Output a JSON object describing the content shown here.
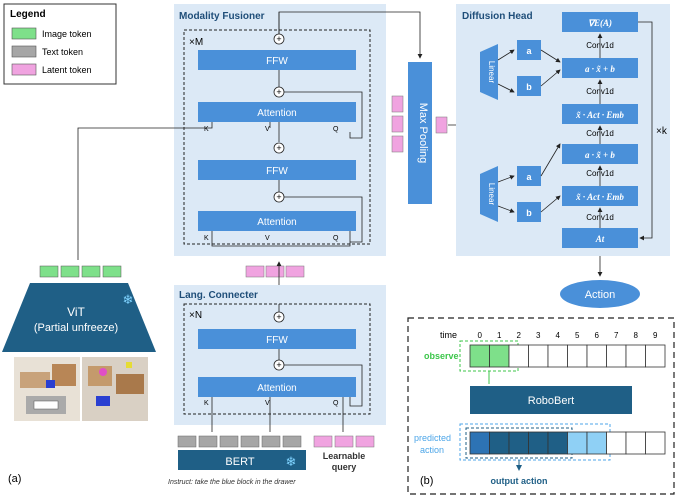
{
  "legend": {
    "title": "Legend",
    "items": [
      {
        "label": "Image token",
        "color": "#7ee08a"
      },
      {
        "label": "Text token",
        "color": "#a6a6a6"
      },
      {
        "label": "Latent token",
        "color": "#f0a3e0"
      }
    ]
  },
  "fusioner": {
    "title": "Modality Fusioner",
    "repeat": "×M",
    "upper_ffw": "FFW",
    "upper_attention": "Attention",
    "lower_ffw": "FFW",
    "lower_attention": "Attention",
    "kvq": [
      "K",
      "V",
      "Q"
    ]
  },
  "connecter": {
    "title": "Lang. Connecter",
    "repeat": "×N",
    "ffw": "FFW",
    "attention": "Attention",
    "kvq": [
      "K",
      "V",
      "Q"
    ]
  },
  "vit": {
    "line1": "ViT",
    "line2": "(Partial unfreeze)"
  },
  "bert": {
    "label": "BERT",
    "query_label_1": "Learnable",
    "query_label_2": "query"
  },
  "instruction": "Instruct: take the blue block in the drawer",
  "max_pooling": "Max Pooling",
  "diffusion": {
    "title": "Diffusion Head",
    "linear": "Linear",
    "a": "a",
    "b": "b",
    "grad": "∇E(A)",
    "affine": "a · x̃ + b",
    "act_emb": "x̃ · Act · Emb",
    "conv": "Conv1d",
    "at": "At",
    "repeat": "×k",
    "action": "Action"
  },
  "panel_a_label": "(a)",
  "panel_b": {
    "label": "(b)",
    "time_label": "time",
    "time_ticks": [
      "0",
      "1",
      "2",
      "3",
      "4",
      "5",
      "6",
      "7",
      "8",
      "9"
    ],
    "observe": "observe",
    "robobert": "RoboBert",
    "predicted_1": "predicted",
    "predicted_2": "action",
    "output_action": "output action"
  },
  "colors": {
    "panel_bg": "#dce9f6",
    "block": "#4a90d9",
    "dark_block": "#1f5f86",
    "green": "#7ee08a",
    "pink": "#f0a3e0",
    "gray": "#a6a6a6"
  }
}
